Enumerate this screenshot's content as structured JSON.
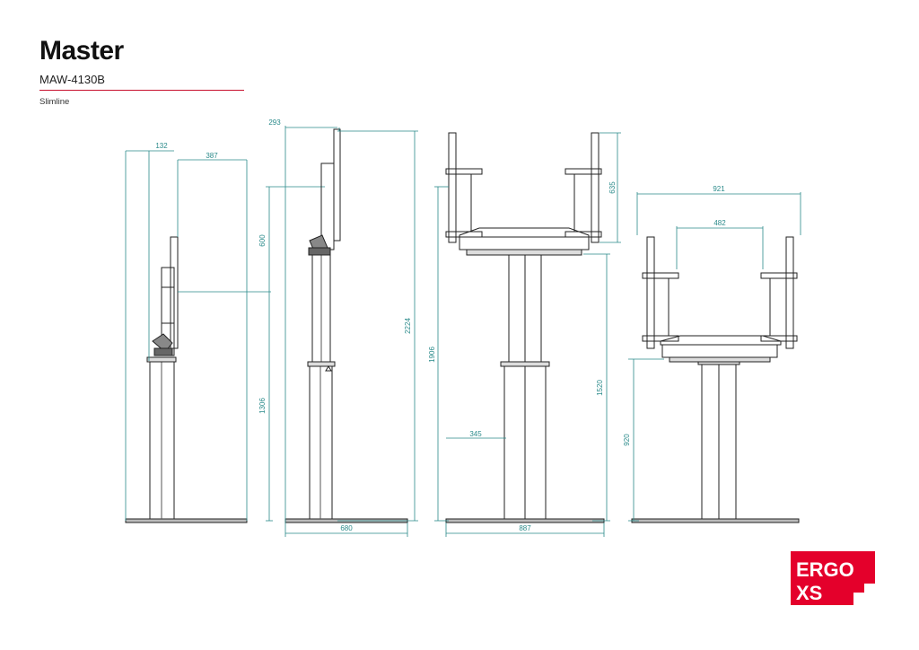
{
  "header": {
    "title": "Master",
    "model": "MAW-4130B",
    "subtitle": "Slimline"
  },
  "colors": {
    "accent": "#c8102e",
    "dimension": "#2a8a8a",
    "line": "#222222",
    "logo_bg": "#e4002b",
    "logo_text": "#ffffff"
  },
  "logo": {
    "line1": "ERGO",
    "line2": "XS"
  },
  "dimensions": {
    "side_retracted_offset": "132",
    "side_retracted_depth": "387",
    "side_screen_height": "600",
    "side_column_height": "1306",
    "side_extended_offset": "293",
    "side_total_height": "2224",
    "side_base_width": "680",
    "front_bracket_height": "635",
    "front_extended_height": "1906",
    "front_column_height": "1520",
    "front_base_offset": "345",
    "front_base_width": "887",
    "front_retracted_width": "921",
    "front_retracted_inner": "482",
    "front_retracted_height": "920"
  }
}
